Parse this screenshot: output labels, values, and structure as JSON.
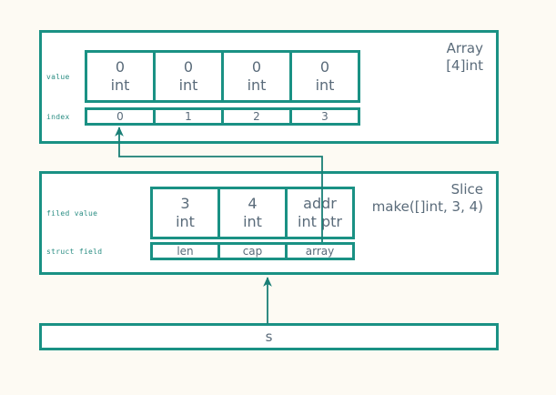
{
  "theme": {
    "background": "#fdfaf3",
    "accent": "#1a9184",
    "text": "#5a6b7a",
    "label": "#2a8d83",
    "cell_background": "#ffffff"
  },
  "array_block": {
    "title_line1": "Array",
    "title_line2": "[4]int",
    "value_row_label": "value",
    "index_row_label": "index",
    "cells": [
      {
        "value": "0",
        "type": "int",
        "index": "0"
      },
      {
        "value": "0",
        "type": "int",
        "index": "1"
      },
      {
        "value": "0",
        "type": "int",
        "index": "2"
      },
      {
        "value": "0",
        "type": "int",
        "index": "3"
      }
    ]
  },
  "slice_block": {
    "title_line1": "Slice",
    "title_line2": "make([]int, 3, 4)",
    "value_row_label": "filed value",
    "field_row_label": "struct field",
    "cells": [
      {
        "value": "3",
        "type": "int",
        "field": "len"
      },
      {
        "value": "4",
        "type": "int",
        "field": "cap"
      },
      {
        "value": "addr",
        "type": "int ptr",
        "field": "array"
      }
    ]
  },
  "variable_block": {
    "label": "s"
  },
  "arrows": [
    {
      "name": "variable-to-slice-arrow",
      "from": "s",
      "to": "slice-struct"
    },
    {
      "name": "slice-array-pointer-arrow",
      "from": "array field",
      "to": "array index 0"
    }
  ]
}
